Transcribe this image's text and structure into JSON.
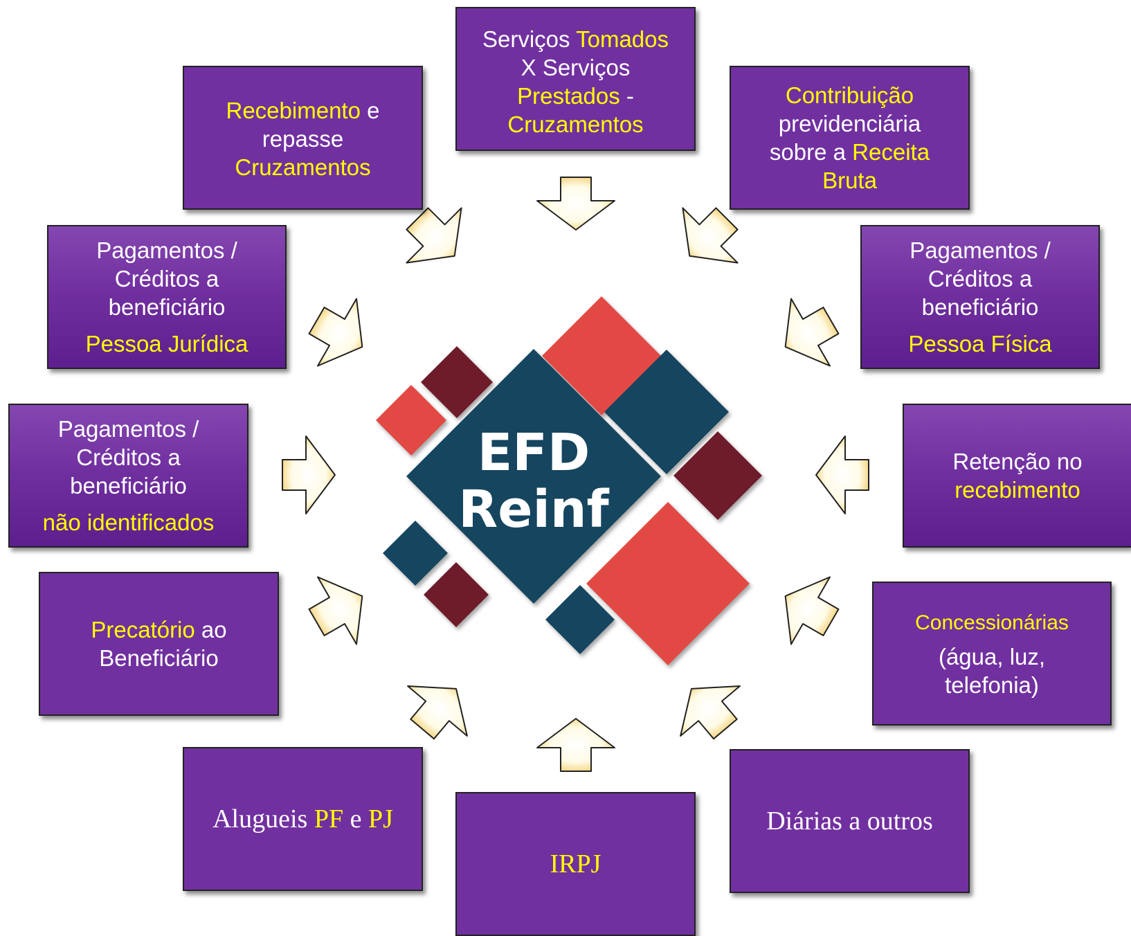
{
  "logo": {
    "line1": "EFD",
    "line2": "Reinf"
  },
  "colors": {
    "box_fill": "#7130a0",
    "highlight_text": "#ffff00",
    "logo_navy": "#18445f",
    "logo_red": "#e24a45",
    "logo_maroon": "#6e1a29",
    "arrow_fill": "#fff3c0"
  },
  "boxes": {
    "servicos": {
      "l1a": "Serviços",
      "l1b": "Tomados",
      "l2": "X Serviços",
      "l3a": "Prestados",
      "l3b": "-",
      "l4": "Cruzamentos"
    },
    "recebimento": {
      "l1a": "Recebimento",
      "l1b": "e",
      "l2": "repasse",
      "l3": "Cruzamentos"
    },
    "contribuicao": {
      "l1": "Contribuição",
      "l2": "previdenciária",
      "l3a": "sobre a",
      "l3b": "Receita",
      "l4": "Bruta"
    },
    "pj": {
      "l1": "Pagamentos /",
      "l2": "Créditos a",
      "l3": "beneficiário",
      "l4": "Pessoa Jurídica"
    },
    "pf": {
      "l1": "Pagamentos /",
      "l2": "Créditos a",
      "l3": "beneficiário",
      "l4": "Pessoa Física"
    },
    "nao_ident": {
      "l1": "Pagamentos /",
      "l2": "Créditos a",
      "l3": "beneficiário",
      "l4": "não identificados"
    },
    "retencao": {
      "l1": "Retenção no",
      "l2": "recebimento"
    },
    "precatorio": {
      "l1a": "Precatório",
      "l1b": "ao",
      "l2": "Beneficiário"
    },
    "concessionarias": {
      "l1": "Concessionárias",
      "l2": "(água, luz,",
      "l3": "telefonia)"
    },
    "alugueis": {
      "a": "Alugueis",
      "b": "PF",
      "c": "e",
      "d": "PJ"
    },
    "irpj": {
      "label": "IRPJ"
    },
    "diarias": {
      "label": "Diárias a outros"
    }
  }
}
